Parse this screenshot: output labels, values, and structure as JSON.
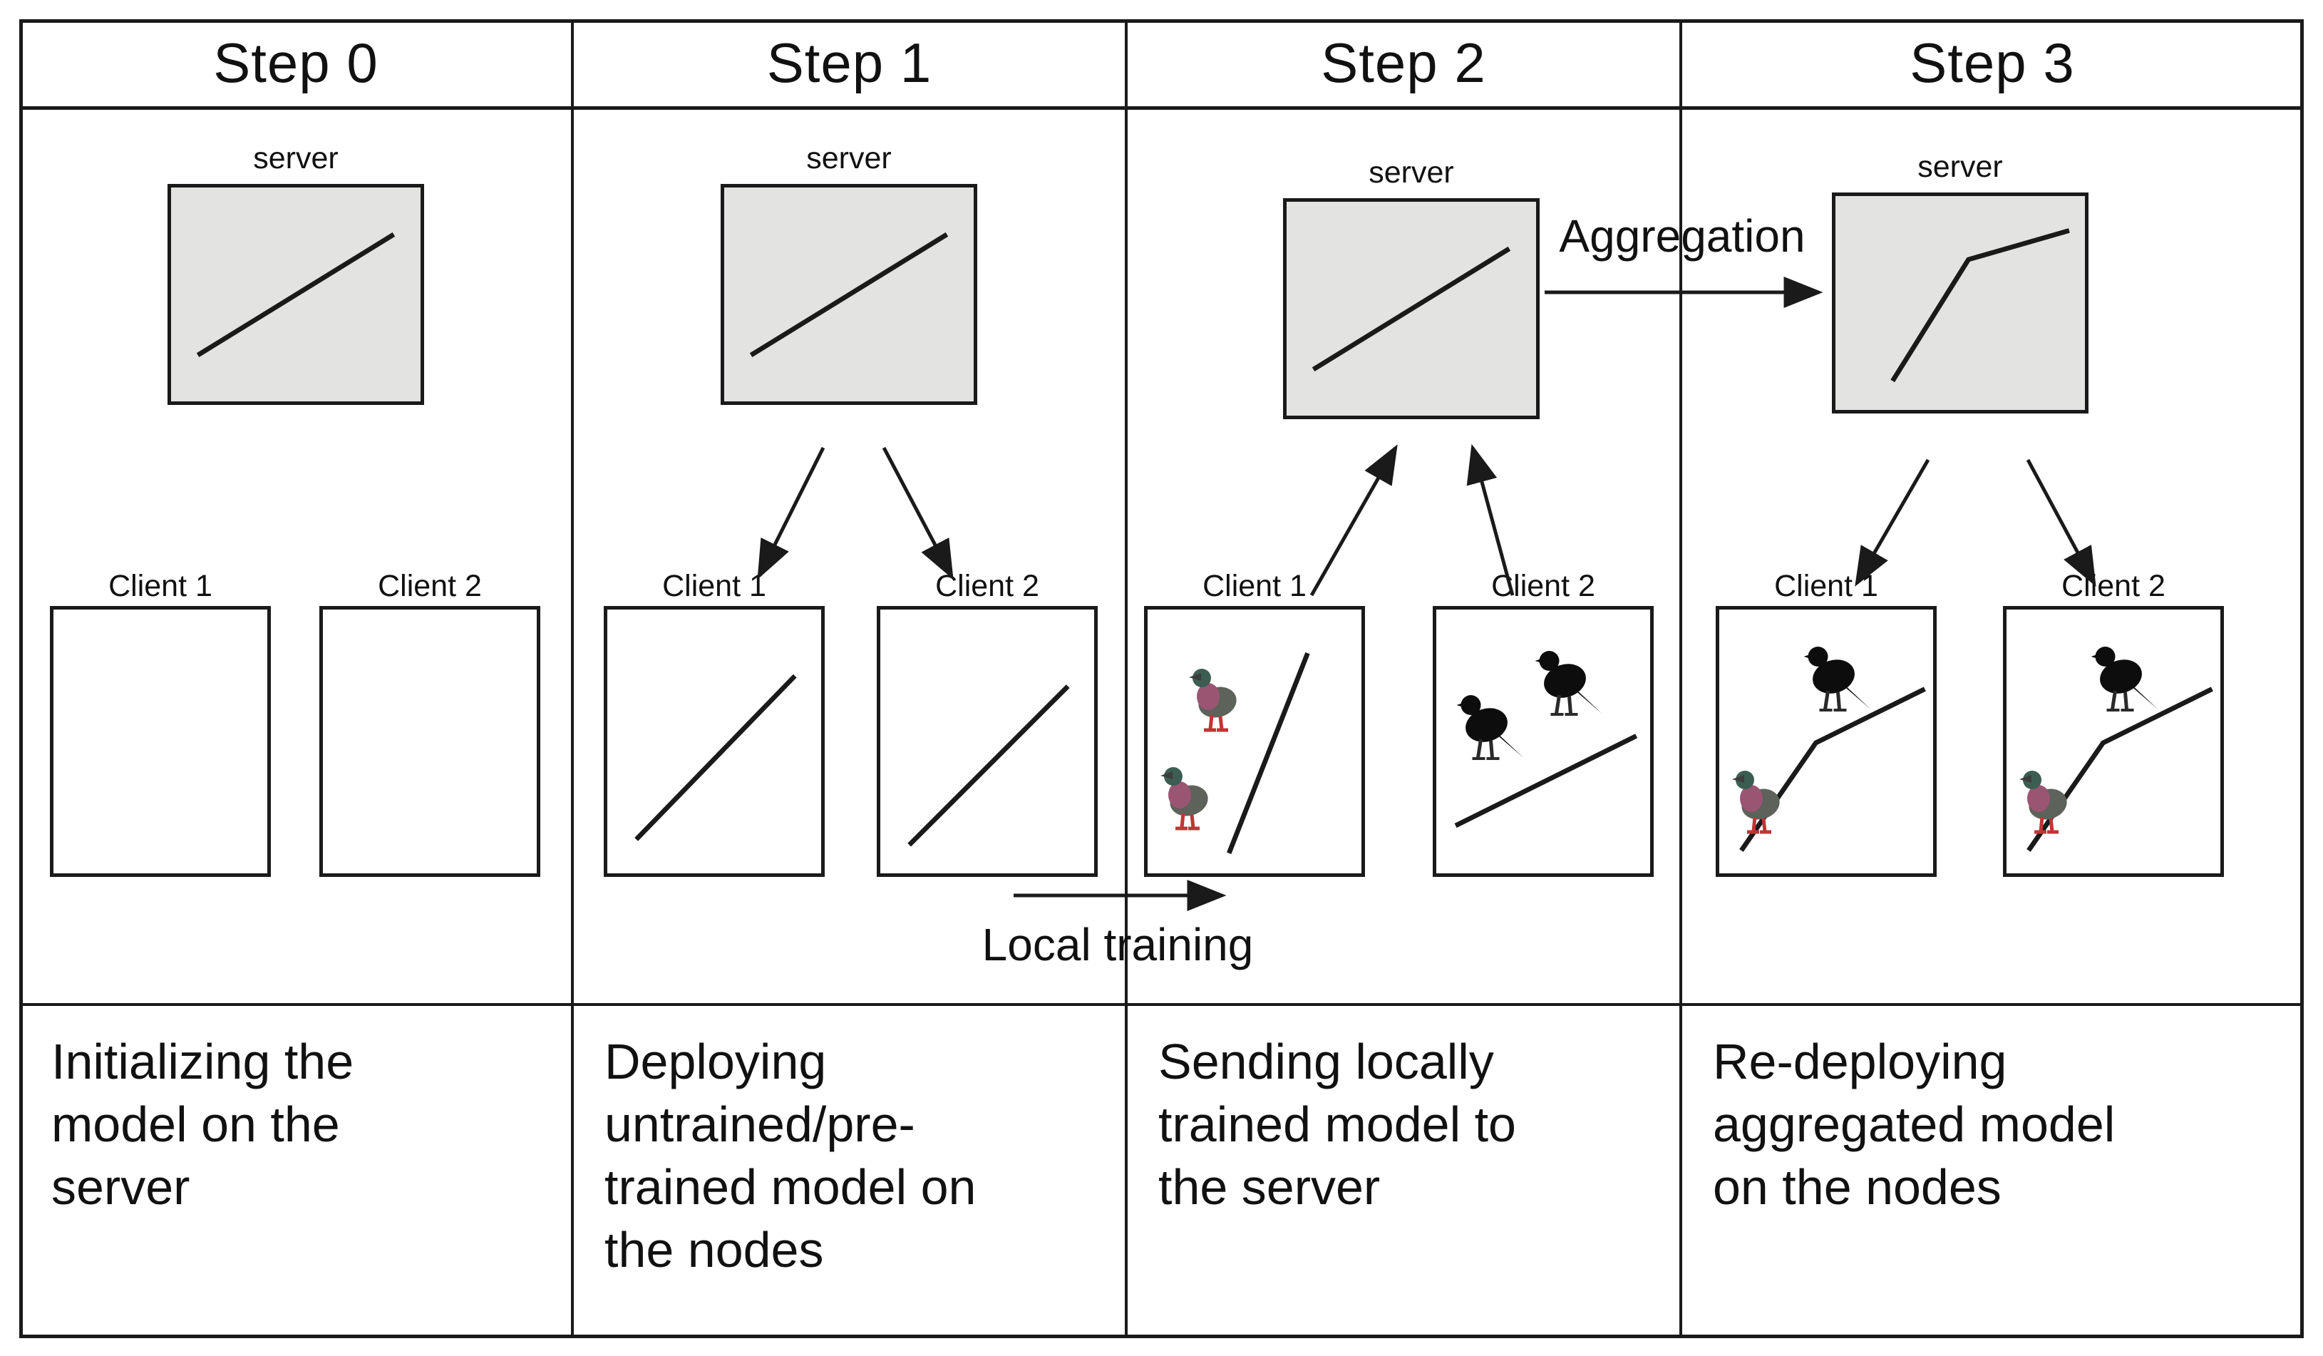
{
  "columns": [
    {
      "header": "Step 0",
      "server_label": "server",
      "clients": [
        {
          "label": "Client 1"
        },
        {
          "label": "Client 2"
        }
      ],
      "caption": "Initializing the model on the server"
    },
    {
      "header": "Step 1",
      "server_label": "server",
      "clients": [
        {
          "label": "Client 1"
        },
        {
          "label": "Client 2"
        }
      ],
      "caption": "Deploying untrained/pre-trained model on the nodes"
    },
    {
      "header": "Step 2",
      "server_label": "server",
      "clients": [
        {
          "label": "Client 1"
        },
        {
          "label": "Client 2"
        }
      ],
      "caption": "Sending locally trained model to the server"
    },
    {
      "header": "Step 3",
      "server_label": "server",
      "clients": [
        {
          "label": "Client 1"
        },
        {
          "label": "Client 2"
        }
      ],
      "caption": "Re-deploying aggregated model on the nodes"
    }
  ],
  "annotations": {
    "local_training": "Local training",
    "aggregation": "Aggregation"
  },
  "icons": {
    "pigeon": "pigeon-icon",
    "crow": "crow-icon",
    "arrowhead": "arrowhead-icon"
  },
  "colors": {
    "line": "#1a1a1a",
    "server_fill": "#e3e3e1",
    "background": "#ffffff",
    "pigeon_body": "#5d625a",
    "pigeon_head": "#3c5e52",
    "pigeon_breast": "#9a5573",
    "pigeon_feet": "#c23434",
    "crow_body": "#0d0d0d"
  }
}
